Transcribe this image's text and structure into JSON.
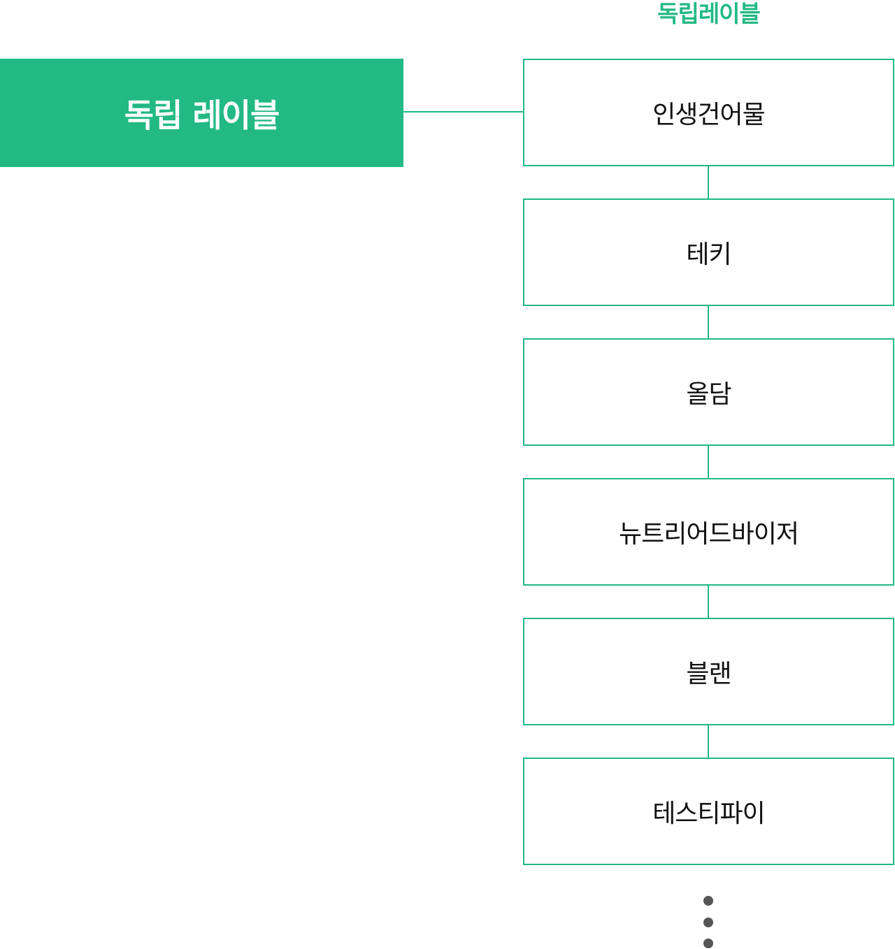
{
  "diagram": {
    "column_title": "독립레이블",
    "main_label": "독립 레이블",
    "labels": [
      "인생건어물",
      "테키",
      "올담",
      "뉴트리어드바이저",
      "블랜",
      "테스티파이"
    ],
    "colors": {
      "accent": "#22b984",
      "text": "#111111",
      "dots": "#555555"
    }
  }
}
